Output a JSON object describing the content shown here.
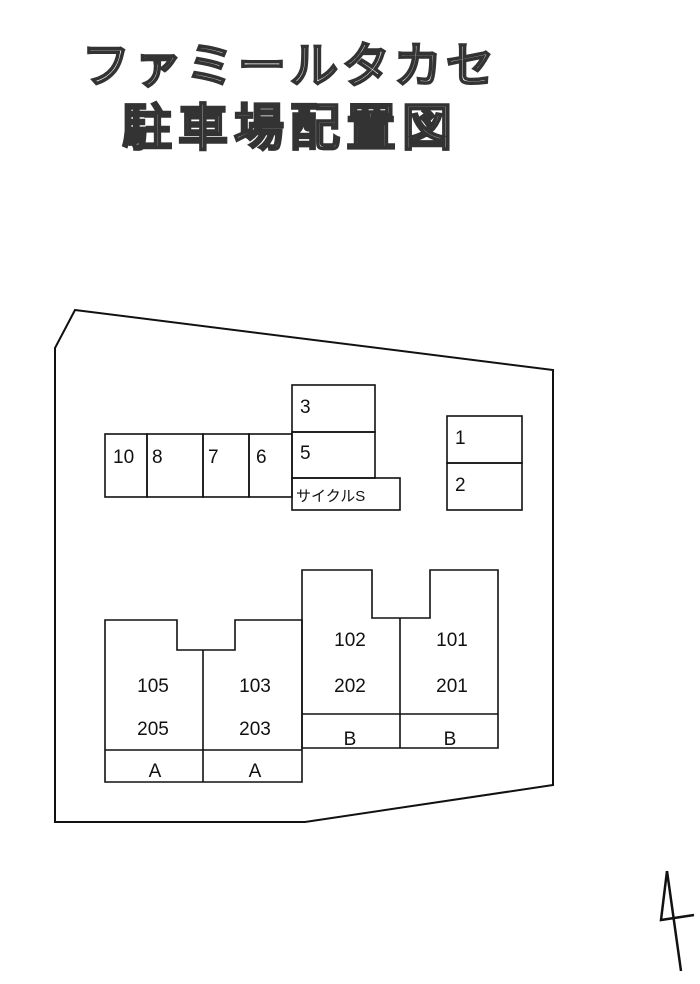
{
  "title": {
    "line1": "ファミールタカセ",
    "line2": "駐車場配置図"
  },
  "parking_spaces": {
    "s10": "10",
    "s8": "8",
    "s7": "7",
    "s6": "6",
    "s3": "3",
    "s5": "5",
    "cycle": "サイクルS",
    "s1": "1",
    "s2": "2"
  },
  "units": {
    "u105": "105",
    "u205": "205",
    "u103": "103",
    "u203": "203",
    "u102": "102",
    "u202": "202",
    "u101": "101",
    "u201": "201"
  },
  "building_labels": {
    "a1": "A",
    "a2": "A",
    "b1": "B",
    "b2": "B"
  }
}
